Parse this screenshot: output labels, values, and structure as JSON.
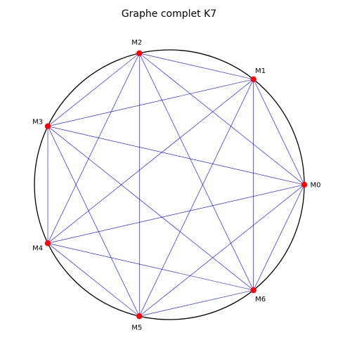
{
  "diagram": {
    "title": "Graphe complet K7",
    "vertices": [
      {
        "id": "M0",
        "label": "M0",
        "angle_deg": 0
      },
      {
        "id": "M1",
        "label": "M1",
        "angle_deg": 51.43
      },
      {
        "id": "M2",
        "label": "M2",
        "angle_deg": 102.86
      },
      {
        "id": "M3",
        "label": "M3",
        "angle_deg": 154.29
      },
      {
        "id": "M4",
        "label": "M4",
        "angle_deg": 205.71
      },
      {
        "id": "M5",
        "label": "M5",
        "angle_deg": 257.14
      },
      {
        "id": "M6",
        "label": "M6",
        "angle_deg": 308.57
      }
    ],
    "edges": "all pairs",
    "colors": {
      "circle": "#000000",
      "edge": "#0000ff",
      "vertex": "#ff0000",
      "text": "#000000"
    }
  }
}
